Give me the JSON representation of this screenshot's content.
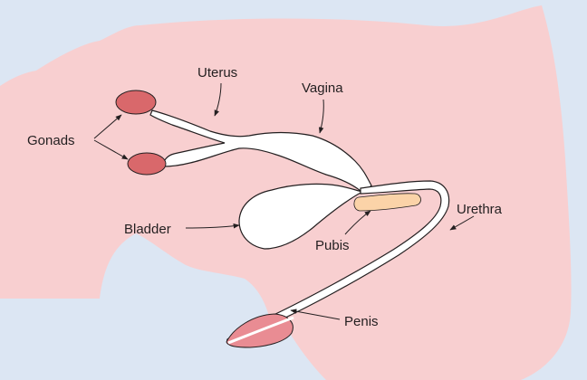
{
  "diagram": {
    "labels": {
      "gonads": "Gonads",
      "uterus": "Uterus",
      "vagina": "Vagina",
      "bladder": "Bladder",
      "pubis": "Pubis",
      "urethra": "Urethra",
      "penis": "Penis"
    },
    "colors": {
      "background": "#dce6f3",
      "body": "#f8cfd0",
      "organ": "#ffffff",
      "gonad": "#d9686b",
      "glans": "#e98c93",
      "bone": "#fbd3a8",
      "stroke": "#231f20"
    }
  }
}
